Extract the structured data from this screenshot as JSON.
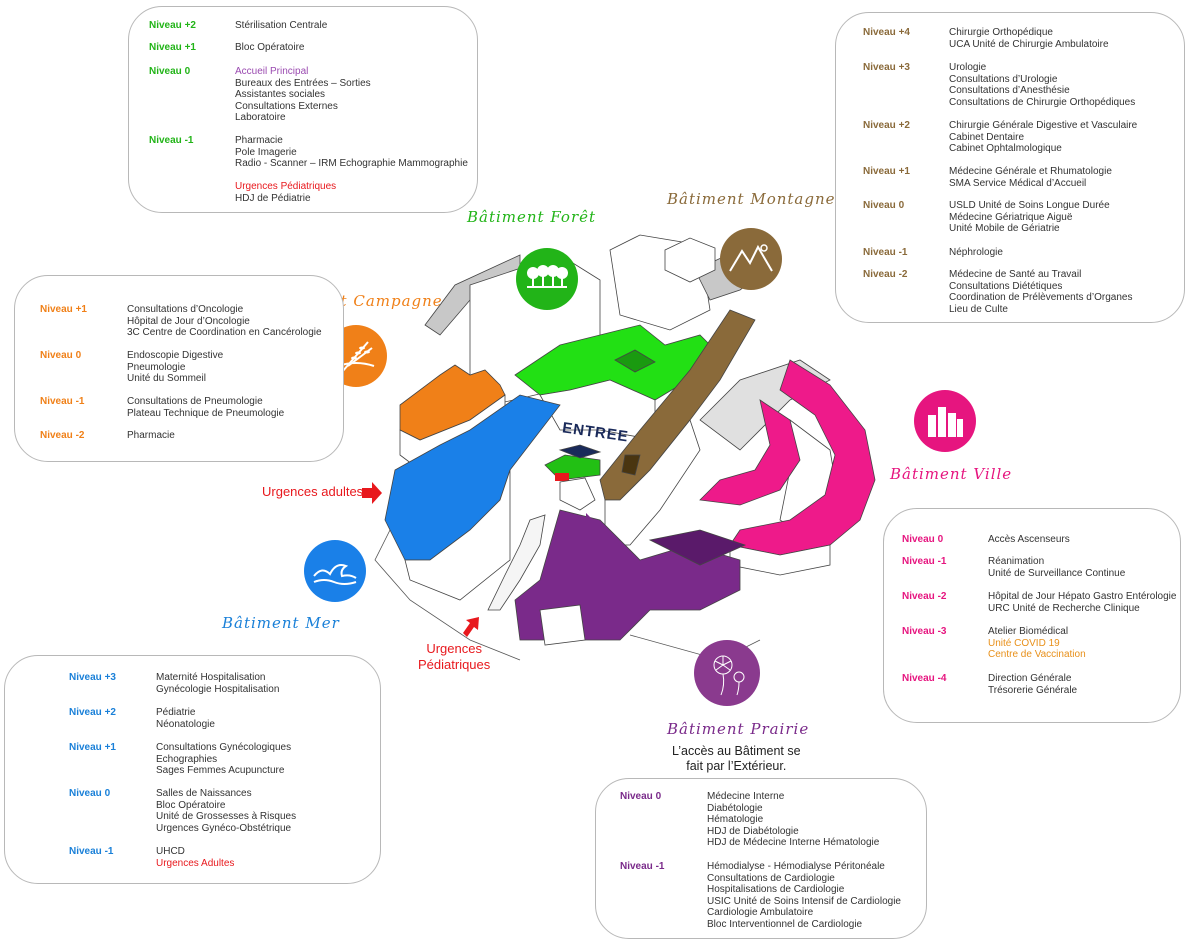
{
  "colors": {
    "foret": "#22b418",
    "montagne": "#8a6a3a",
    "campagne": "#f08018",
    "ville": "#e6157f",
    "mer": "#1a80d8",
    "prairie": "#7a2a8a",
    "red": "#e8181d"
  },
  "buildings": {
    "foret": {
      "name": "Bâtiment Forêt",
      "icon": "trees-icon"
    },
    "montagne": {
      "name": "Bâtiment Montagne",
      "icon": "mountains-icon"
    },
    "campagne": {
      "name": "Bâtiment Campagne",
      "icon": "wheat-icon"
    },
    "ville": {
      "name": "Bâtiment Ville",
      "icon": "city-icon"
    },
    "mer": {
      "name": "Bâtiment Mer",
      "icon": "wave-icon"
    },
    "prairie": {
      "name": "Bâtiment Prairie",
      "icon": "dandelion-icon",
      "note": [
        "L’accès au Bâtiment se",
        "fait par l’Extérieur."
      ]
    }
  },
  "map_labels": {
    "entree": "ENTREE",
    "urgences_adultes": "Urgences adultes",
    "urgences_pediatriques": [
      "Urgences",
      "Pédiatriques"
    ]
  },
  "foret_levels": [
    {
      "level": "Niveau +2",
      "items": [
        {
          "t": "Stérilisation Centrale"
        }
      ]
    },
    {
      "level": "Niveau +1",
      "items": [
        {
          "t": "Bloc Opératoire"
        }
      ]
    },
    {
      "level": "Niveau 0",
      "items": [
        {
          "t": "Accueil Principal",
          "c": "purple"
        },
        {
          "t": "Bureaux des Entrées – Sorties"
        },
        {
          "t": "Assistantes sociales"
        },
        {
          "t": "Consultations Externes"
        },
        {
          "t": "Laboratoire"
        }
      ]
    },
    {
      "level": "Niveau -1",
      "items": [
        {
          "t": "Pharmacie"
        },
        {
          "t": "Pole Imagerie"
        },
        {
          "t": "Radio - Scanner – IRM Echographie  Mammographie"
        },
        {
          "t": ""
        },
        {
          "t": "Urgences Pédiatriques",
          "c": "red"
        },
        {
          "t": "HDJ de Pédiatrie"
        }
      ]
    }
  ],
  "montagne_levels": [
    {
      "level": "Niveau +4",
      "items": [
        {
          "t": "Chirurgie Orthopédique"
        },
        {
          "t": "UCA Unité de Chirurgie Ambulatoire"
        }
      ]
    },
    {
      "level": "Niveau +3",
      "items": [
        {
          "t": "Urologie"
        },
        {
          "t": "Consultations d’Urologie"
        },
        {
          "t": "Consultations d’Anesthésie"
        },
        {
          "t": "Consultations de Chirurgie Orthopédiques"
        }
      ]
    },
    {
      "level": "Niveau +2",
      "items": [
        {
          "t": "Chirurgie Générale Digestive et Vasculaire"
        },
        {
          "t": "Cabinet Dentaire"
        },
        {
          "t": "Cabinet Ophtalmologique"
        }
      ]
    },
    {
      "level": "Niveau +1",
      "items": [
        {
          "t": "Médecine Générale et Rhumatologie"
        },
        {
          "t": "SMA  Service Médical d’Accueil"
        }
      ]
    },
    {
      "level": "Niveau 0",
      "items": [
        {
          "t": "USLD  Unité de Soins Longue Durée"
        },
        {
          "t": "Médecine Gériatrique Aiguë"
        },
        {
          "t": "Unité Mobile de Gériatrie"
        }
      ]
    },
    {
      "level": "Niveau -1",
      "items": [
        {
          "t": "Néphrologie"
        }
      ]
    },
    {
      "level": "Niveau -2",
      "items": [
        {
          "t": "Médecine de Santé au Travail"
        },
        {
          "t": "Consultations Diététiques"
        },
        {
          "t": "Coordination de Prélèvements d’Organes"
        },
        {
          "t": "Lieu de Culte"
        }
      ]
    }
  ],
  "campagne_levels": [
    {
      "level": "Niveau +1",
      "items": [
        {
          "t": "Consultations d’Oncologie"
        },
        {
          "t": "Hôpital de Jour d’Oncologie"
        },
        {
          "t": "3C Centre de Coordination en Cancérologie"
        }
      ]
    },
    {
      "level": "Niveau 0",
      "items": [
        {
          "t": "Endoscopie Digestive"
        },
        {
          "t": "Pneumologie"
        },
        {
          "t": "Unité du Sommeil"
        }
      ]
    },
    {
      "level": "Niveau -1",
      "items": [
        {
          "t": "Consultations de Pneumologie"
        },
        {
          "t": "Plateau Technique de Pneumologie"
        }
      ]
    },
    {
      "level": "Niveau -2",
      "items": [
        {
          "t": "Pharmacie"
        }
      ]
    }
  ],
  "ville_levels": [
    {
      "level": "Niveau 0",
      "items": [
        {
          "t": "Accès Ascenseurs"
        }
      ]
    },
    {
      "level": "Niveau -1",
      "items": [
        {
          "t": "Réanimation"
        },
        {
          "t": "Unité de Surveillance Continue"
        }
      ]
    },
    {
      "level": "Niveau -2",
      "items": [
        {
          "t": "Hôpital de Jour Hépato Gastro Entérologie"
        },
        {
          "t": "URC Unité de Recherche Clinique"
        }
      ]
    },
    {
      "level": "Niveau -3",
      "items": [
        {
          "t": "Atelier Biomédical"
        },
        {
          "t": "Unité COVID 19",
          "c": "orange"
        },
        {
          "t": "Centre de Vaccination",
          "c": "orange"
        }
      ]
    },
    {
      "level": "Niveau -4",
      "items": [
        {
          "t": "Direction Générale"
        },
        {
          "t": "Trésorerie Générale"
        }
      ]
    }
  ],
  "mer_levels": [
    {
      "level": "Niveau +3",
      "items": [
        {
          "t": "Maternité Hospitalisation"
        },
        {
          "t": "Gynécologie Hospitalisation"
        }
      ]
    },
    {
      "level": "Niveau +2",
      "items": [
        {
          "t": "Pédiatrie"
        },
        {
          "t": "Néonatologie"
        }
      ]
    },
    {
      "level": "Niveau +1",
      "items": [
        {
          "t": "Consultations Gynécologiques"
        },
        {
          "t": "Echographies"
        },
        {
          "t": "Sages Femmes Acupuncture"
        }
      ]
    },
    {
      "level": "Niveau 0",
      "items": [
        {
          "t": "Salles de Naissances"
        },
        {
          "t": "Bloc Opératoire"
        },
        {
          "t": "Unité de Grossesses à Risques"
        },
        {
          "t": "Urgences Gynéco-Obstétrique"
        }
      ]
    },
    {
      "level": "Niveau -1",
      "items": [
        {
          "t": "UHCD"
        },
        {
          "t": "Urgences Adultes",
          "c": "red"
        }
      ]
    }
  ],
  "prairie_levels": [
    {
      "level": "Niveau 0",
      "items": [
        {
          "t": "Médecine Interne"
        },
        {
          "t": "Diabétologie"
        },
        {
          "t": "Hématologie"
        },
        {
          "t": "HDJ de Diabétologie"
        },
        {
          "t": "HDJ de Médecine Interne Hématologie"
        }
      ]
    },
    {
      "level": "Niveau -1",
      "items": [
        {
          "t": "Hémodialyse  -  Hémodialyse Péritonéale"
        },
        {
          "t": "Consultations de Cardiologie"
        },
        {
          "t": "Hospitalisations de Cardiologie"
        },
        {
          "t": "USIC Unité de Soins Intensif de Cardiologie"
        },
        {
          "t": "Cardiologie Ambulatoire"
        },
        {
          "t": "Bloc Interventionnel de Cardiologie"
        }
      ]
    }
  ]
}
